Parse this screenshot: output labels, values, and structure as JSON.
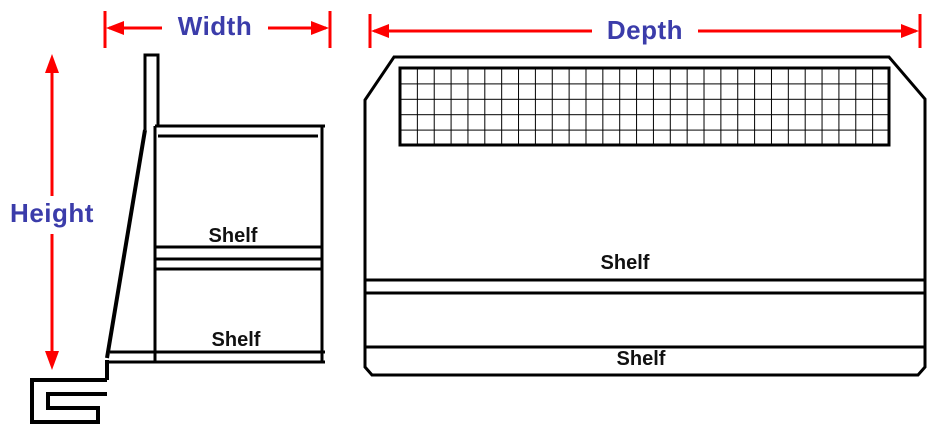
{
  "diagram": {
    "dimension_labels": {
      "width": "Width",
      "depth": "Depth",
      "height": "Height"
    },
    "part_labels": {
      "side_upper_shelf": "Shelf",
      "side_lower_shelf": "Shelf",
      "front_upper_shelf": "Shelf",
      "front_lower_shelf": "Shelf"
    },
    "colors": {
      "dimension_line": "#fe0000",
      "dimension_text": "#3b3caa",
      "drawing_line": "#000000",
      "background": "#ffffff"
    }
  }
}
